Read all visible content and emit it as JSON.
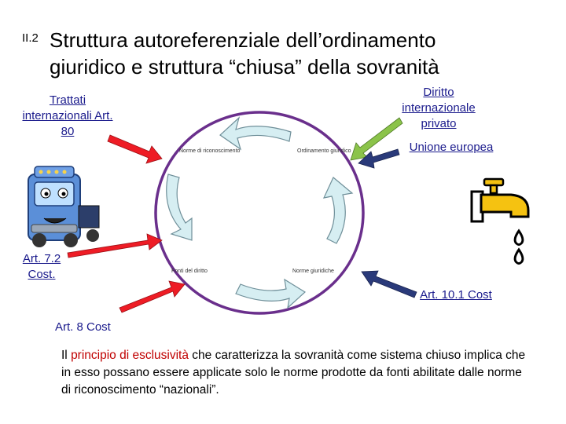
{
  "slide_number": "II.2",
  "title": {
    "line1": "Struttura autoreferenziale dell’ordinamento",
    "line2": "giuridico e struttura “chiusa” della sovranità"
  },
  "labels": {
    "trattati": "Trattati internazionali Art. 80",
    "diritto_privato": "Diritto internazionale privato",
    "unione_europea": "Unione europea",
    "art_72": "Art. 7.2 Cost.",
    "art_101": "Art. 10.1 Cost",
    "art_8": "Art. 8 Cost"
  },
  "nodes": {
    "norme_riconoscimento": "Norme di riconoscimento",
    "ordinamento_giuridico": "Ordinamento giuridico",
    "fonti_diritto": "Fonti del diritto",
    "norme_giuridiche": "Norme giuridiche"
  },
  "footer": {
    "prefix": "Il ",
    "highlight": "principio di esclusività",
    "suffix": " che caratterizza la sovranità come sistema chiuso implica che in esso possano essere applicate solo le norme prodotte da fonti abilitate dalle norme di riconoscimento “nazionali”."
  },
  "colors": {
    "circle": "#6a2f8c",
    "red_arrow": "#ee1c25",
    "green_arrow": "#8bc34a",
    "navy_arrow": "#2a3a7a",
    "cycle_arrow": "#d6eef2",
    "link_text": "#1a1a8c",
    "highlight_text": "#c00000"
  },
  "icons": [
    "truck-icon",
    "faucet-icon",
    "water-drop-icon"
  ]
}
